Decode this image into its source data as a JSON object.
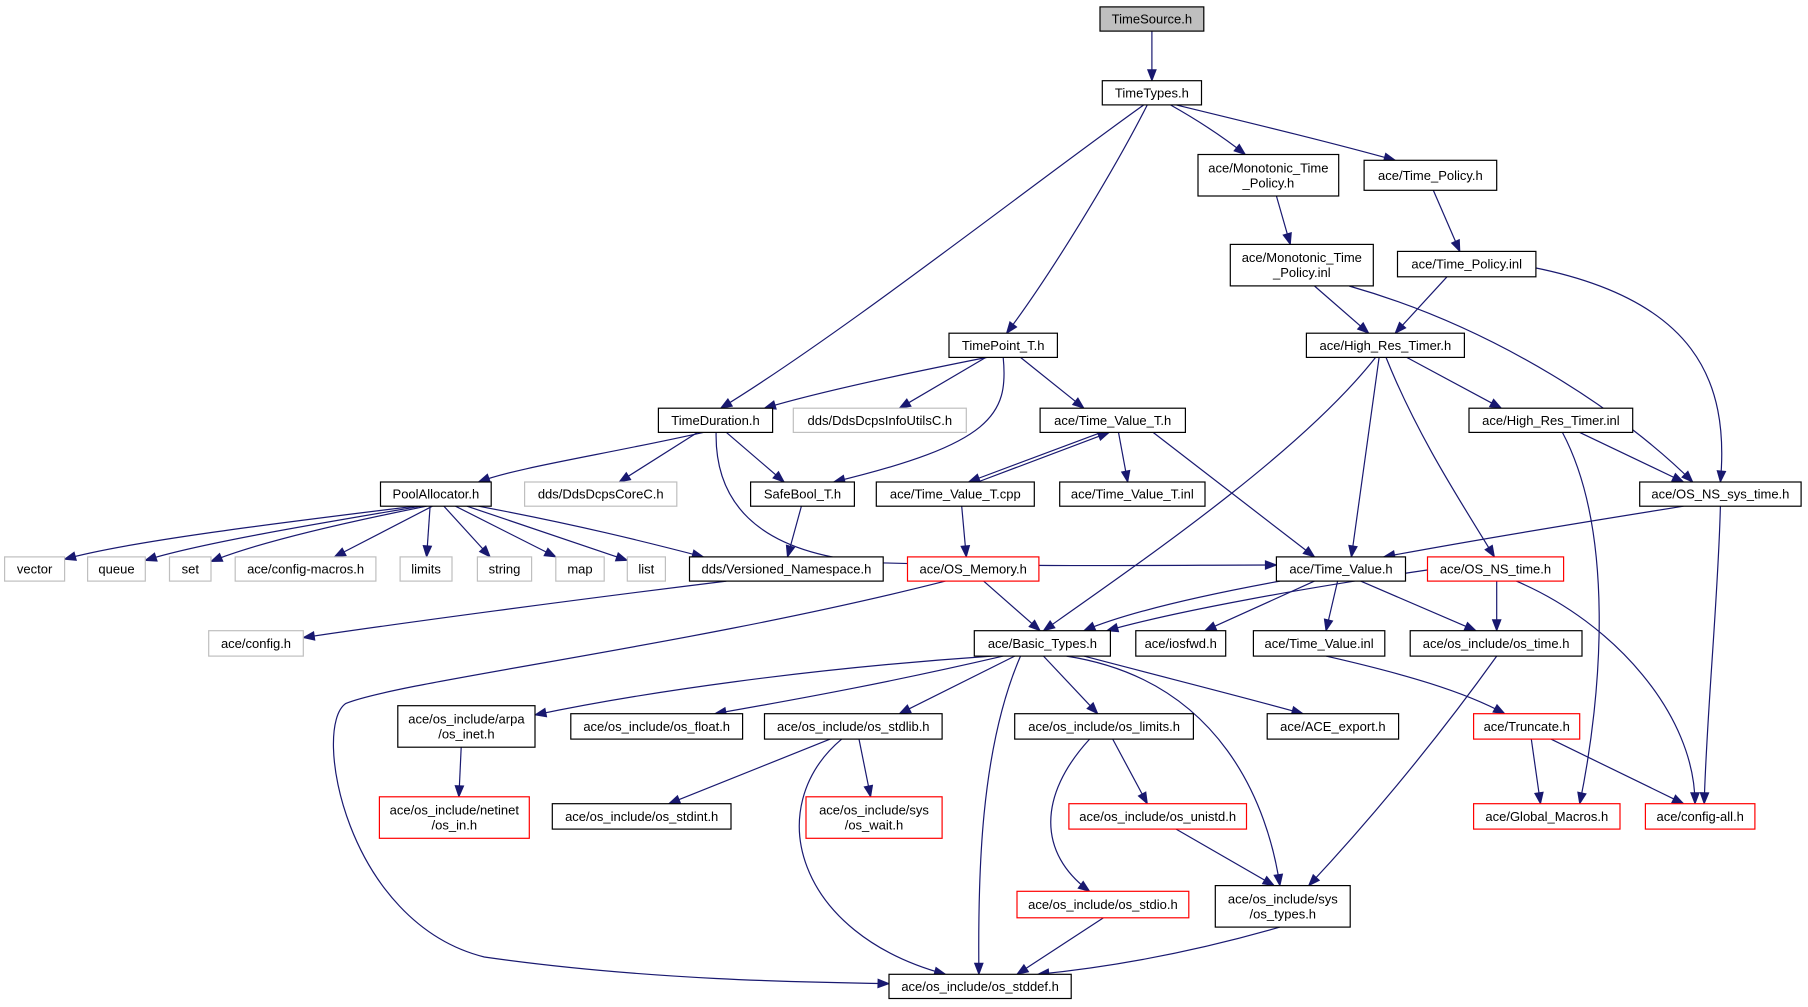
{
  "diagram": {
    "title": "TimeSource.h",
    "nodes": [
      {
        "id": "timesource",
        "style": "root",
        "lines": [
          "TimeSource.h"
        ]
      },
      {
        "id": "timetypes",
        "style": "black",
        "lines": [
          "TimeTypes.h"
        ]
      },
      {
        "id": "mono_h",
        "style": "black",
        "lines": [
          "ace/Monotonic_Time",
          "_Policy.h"
        ]
      },
      {
        "id": "timepolicy_h",
        "style": "black",
        "lines": [
          "ace/Time_Policy.h"
        ]
      },
      {
        "id": "mono_inl",
        "style": "black",
        "lines": [
          "ace/Monotonic_Time",
          "_Policy.inl"
        ]
      },
      {
        "id": "timepolicy_inl",
        "style": "black",
        "lines": [
          "ace/Time_Policy.inl"
        ]
      },
      {
        "id": "timepoint",
        "style": "black",
        "lines": [
          "TimePoint_T.h"
        ]
      },
      {
        "id": "hrt_h",
        "style": "black",
        "lines": [
          "ace/High_Res_Timer.h"
        ]
      },
      {
        "id": "timeduration",
        "style": "black",
        "lines": [
          "TimeDuration.h"
        ]
      },
      {
        "id": "infoutils",
        "style": "grey",
        "lines": [
          "dds/DdsDcpsInfoUtilsC.h"
        ]
      },
      {
        "id": "tv_t_h",
        "style": "black",
        "lines": [
          "ace/Time_Value_T.h"
        ]
      },
      {
        "id": "hrt_inl",
        "style": "black",
        "lines": [
          "ace/High_Res_Timer.inl"
        ]
      },
      {
        "id": "poolalloc",
        "style": "black",
        "lines": [
          "PoolAllocator.h"
        ]
      },
      {
        "id": "corec",
        "style": "grey",
        "lines": [
          "dds/DdsDcpsCoreC.h"
        ]
      },
      {
        "id": "safebool",
        "style": "black",
        "lines": [
          "SafeBool_T.h"
        ]
      },
      {
        "id": "tv_t_cpp",
        "style": "black",
        "lines": [
          "ace/Time_Value_T.cpp"
        ]
      },
      {
        "id": "tv_t_inl",
        "style": "black",
        "lines": [
          "ace/Time_Value_T.inl"
        ]
      },
      {
        "id": "os_ns_sys_time",
        "style": "black",
        "lines": [
          "ace/OS_NS_sys_time.h"
        ]
      },
      {
        "id": "vector",
        "style": "grey",
        "lines": [
          "vector"
        ]
      },
      {
        "id": "queue",
        "style": "grey",
        "lines": [
          "queue"
        ]
      },
      {
        "id": "set",
        "style": "grey",
        "lines": [
          "set"
        ]
      },
      {
        "id": "configmacros",
        "style": "grey",
        "lines": [
          "ace/config-macros.h"
        ]
      },
      {
        "id": "limits",
        "style": "grey",
        "lines": [
          "limits"
        ]
      },
      {
        "id": "string",
        "style": "grey",
        "lines": [
          "string"
        ]
      },
      {
        "id": "map",
        "style": "grey",
        "lines": [
          "map"
        ]
      },
      {
        "id": "list",
        "style": "grey",
        "lines": [
          "list"
        ]
      },
      {
        "id": "versioned",
        "style": "black",
        "lines": [
          "dds/Versioned_Namespace.h"
        ]
      },
      {
        "id": "os_memory",
        "style": "red",
        "lines": [
          "ace/OS_Memory.h"
        ]
      },
      {
        "id": "timevalue_h",
        "style": "black",
        "lines": [
          "ace/Time_Value.h"
        ]
      },
      {
        "id": "os_ns_time",
        "style": "red",
        "lines": [
          "ace/OS_NS_time.h"
        ]
      },
      {
        "id": "config_h",
        "style": "grey",
        "lines": [
          "ace/config.h"
        ]
      },
      {
        "id": "basictypes",
        "style": "black",
        "lines": [
          "ace/Basic_Types.h"
        ]
      },
      {
        "id": "iosfwd",
        "style": "black",
        "lines": [
          "ace/iosfwd.h"
        ]
      },
      {
        "id": "timevalue_inl",
        "style": "black",
        "lines": [
          "ace/Time_Value.inl"
        ]
      },
      {
        "id": "os_time",
        "style": "black",
        "lines": [
          "ace/os_include/os_time.h"
        ]
      },
      {
        "id": "arpa_inet",
        "style": "black",
        "lines": [
          "ace/os_include/arpa",
          "/os_inet.h"
        ]
      },
      {
        "id": "os_float",
        "style": "black",
        "lines": [
          "ace/os_include/os_float.h"
        ]
      },
      {
        "id": "os_stdlib",
        "style": "black",
        "lines": [
          "ace/os_include/os_stdlib.h"
        ]
      },
      {
        "id": "os_limits",
        "style": "black",
        "lines": [
          "ace/os_include/os_limits.h"
        ]
      },
      {
        "id": "ace_export",
        "style": "black",
        "lines": [
          "ace/ACE_export.h"
        ]
      },
      {
        "id": "truncate",
        "style": "red",
        "lines": [
          "ace/Truncate.h"
        ]
      },
      {
        "id": "netinet_in",
        "style": "red",
        "lines": [
          "ace/os_include/netinet",
          "/os_in.h"
        ]
      },
      {
        "id": "os_stdint",
        "style": "black",
        "lines": [
          "ace/os_include/os_stdint.h"
        ]
      },
      {
        "id": "sys_wait",
        "style": "red",
        "lines": [
          "ace/os_include/sys",
          "/os_wait.h"
        ]
      },
      {
        "id": "os_unistd",
        "style": "red",
        "lines": [
          "ace/os_include/os_unistd.h"
        ]
      },
      {
        "id": "global_macros",
        "style": "red",
        "lines": [
          "ace/Global_Macros.h"
        ]
      },
      {
        "id": "config_all",
        "style": "red",
        "lines": [
          "ace/config-all.h"
        ]
      },
      {
        "id": "os_stdio",
        "style": "red",
        "lines": [
          "ace/os_include/os_stdio.h"
        ]
      },
      {
        "id": "sys_types",
        "style": "black",
        "lines": [
          "ace/os_include/sys",
          "/os_types.h"
        ]
      },
      {
        "id": "os_stddef",
        "style": "black",
        "lines": [
          "ace/os_include/os_stddef.h"
        ]
      }
    ]
  }
}
